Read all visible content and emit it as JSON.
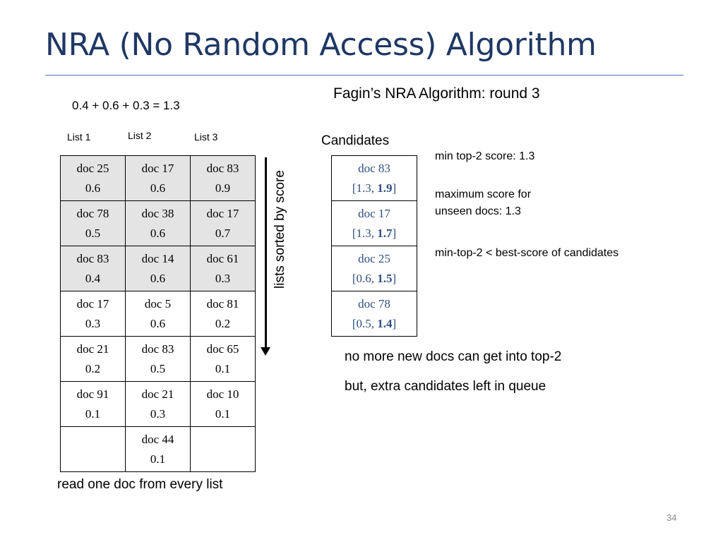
{
  "title": "NRA (No Random Access) Algorithm",
  "equation": "0.4 + 0.6 + 0.3 = 1.3",
  "list_headers": [
    "List 1",
    "List 2",
    "List 3"
  ],
  "lists_rows": [
    {
      "shaded": true,
      "cells": [
        {
          "doc": "doc 25",
          "score": "0.6"
        },
        {
          "doc": "doc 17",
          "score": "0.6"
        },
        {
          "doc": "doc 83",
          "score": "0.9"
        }
      ]
    },
    {
      "shaded": true,
      "cells": [
        {
          "doc": "doc 78",
          "score": "0.5"
        },
        {
          "doc": "doc 38",
          "score": "0.6"
        },
        {
          "doc": "doc 17",
          "score": "0.7"
        }
      ]
    },
    {
      "shaded": true,
      "cells": [
        {
          "doc": "doc 83",
          "score": "0.4"
        },
        {
          "doc": "doc 14",
          "score": "0.6"
        },
        {
          "doc": "doc 61",
          "score": "0.3"
        }
      ]
    },
    {
      "shaded": false,
      "cells": [
        {
          "doc": "doc 17",
          "score": "0.3"
        },
        {
          "doc": "doc 5",
          "score": "0.6"
        },
        {
          "doc": "doc 81",
          "score": "0.2"
        }
      ]
    },
    {
      "shaded": false,
      "cells": [
        {
          "doc": "doc 21",
          "score": "0.2"
        },
        {
          "doc": "doc 83",
          "score": "0.5"
        },
        {
          "doc": "doc 65",
          "score": "0.1"
        }
      ]
    },
    {
      "shaded": false,
      "cells": [
        {
          "doc": "doc 91",
          "score": "0.1"
        },
        {
          "doc": "doc 21",
          "score": "0.3"
        },
        {
          "doc": "doc 10",
          "score": "0.1"
        }
      ]
    },
    {
      "shaded": false,
      "cells": [
        {
          "doc": "",
          "score": ""
        },
        {
          "doc": "doc 44",
          "score": "0.1"
        },
        {
          "doc": "",
          "score": ""
        }
      ]
    }
  ],
  "sorted_label": "lists sorted by score",
  "fagin_title": "Fagin’s NRA Algorithm: round 3",
  "candidates_header": "Candidates",
  "candidates": [
    {
      "doc": "doc 83",
      "low": "1.3",
      "high": "1.9"
    },
    {
      "doc": "doc 17",
      "low": "1.3",
      "high": "1.7"
    },
    {
      "doc": "doc 25",
      "low": "0.6",
      "high": "1.5"
    },
    {
      "doc": "doc 78",
      "low": "0.5",
      "high": "1.4"
    }
  ],
  "notes": {
    "min_top2": "min top-2 score: 1.3",
    "max_unseen_line1": "maximum score for",
    "max_unseen_line2": "unseen docs: 1.3",
    "comparison": "min-top-2 < best-score of candidates",
    "no_more": "no more new docs can get into top-2",
    "extra": "but, extra candidates left in queue"
  },
  "footer_note": "read one doc from every list",
  "slide_number": "34"
}
